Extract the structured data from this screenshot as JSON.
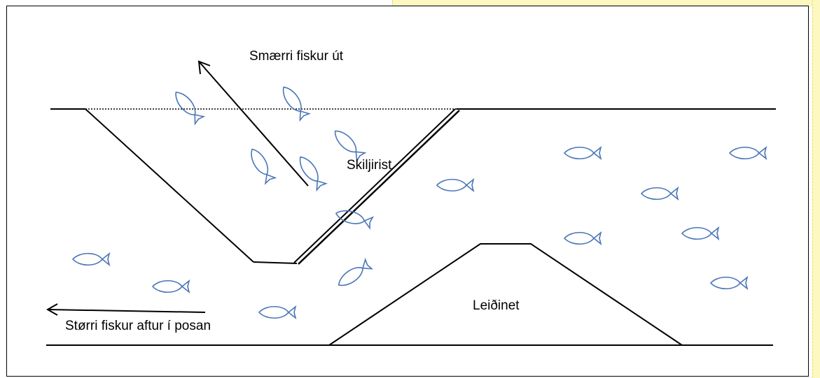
{
  "labels": {
    "small_fish_out": "Smærri fiskur út",
    "grid": "Skiljirist",
    "guide_net": "Leiðinet",
    "larger_fish_back": "Størri fiskur aftur í posan"
  },
  "colors": {
    "fish": "#4a76b8",
    "line": "#000000",
    "highlight_frame": "#fdf8c0"
  }
}
